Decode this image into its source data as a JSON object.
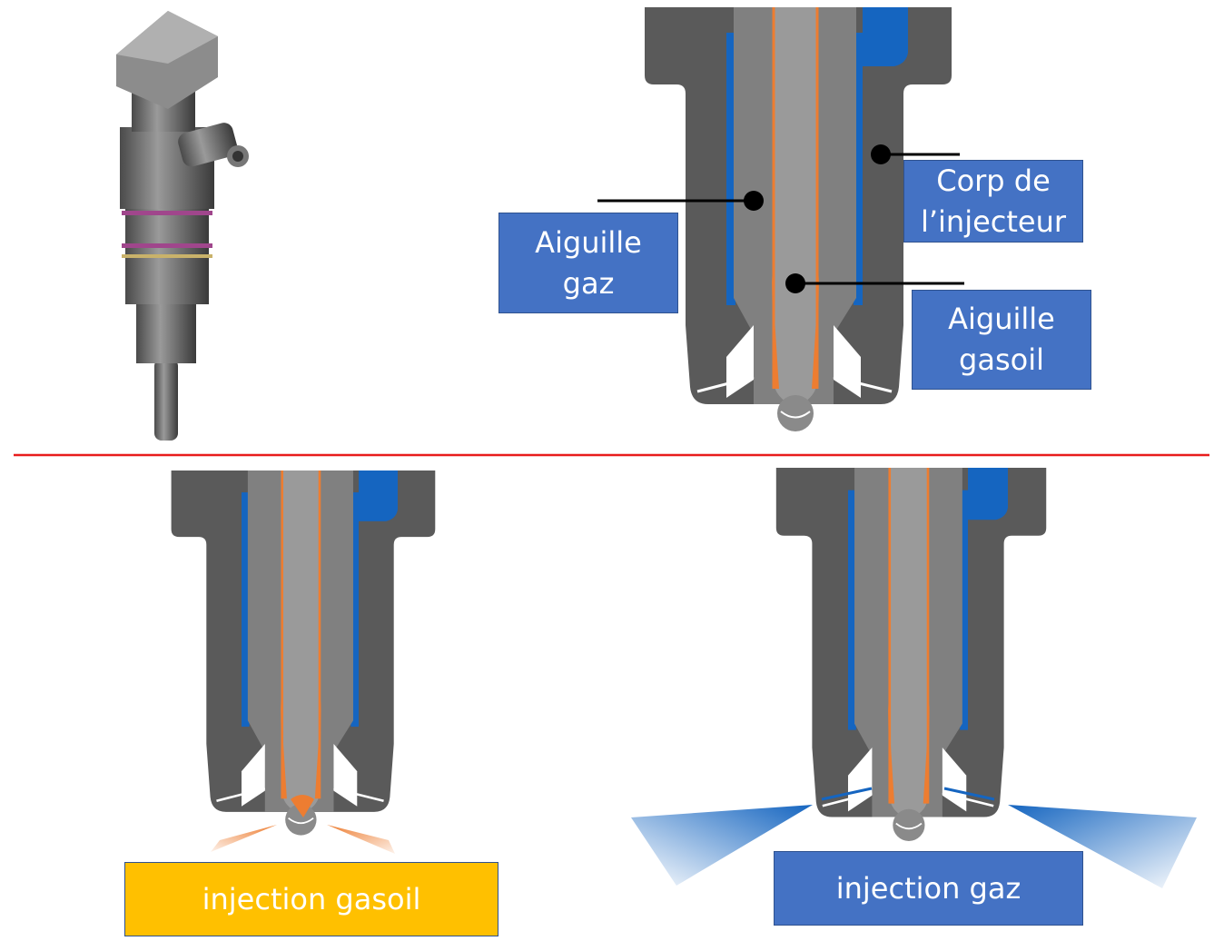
{
  "labels": {
    "aiguille_gaz": [
      "Aiguille",
      "gaz"
    ],
    "corps_injecteur": [
      "Corp de",
      "l’injecteur"
    ],
    "aiguille_gasoil": [
      "Aiguille",
      "gasoil"
    ]
  },
  "captions": {
    "injection_gasoil": "injection gasoil",
    "injection_gaz": "injection gaz"
  },
  "colors": {
    "body": "#5a5a5a",
    "gas_needle": "#808080",
    "diesel_needle": "#9a9a9a",
    "gas_channel": "#1565c0",
    "diesel_line": "#ed7d31",
    "divider": "#e81c1c",
    "label_blue": "#4472c4",
    "label_yellow": "#ffc000"
  }
}
